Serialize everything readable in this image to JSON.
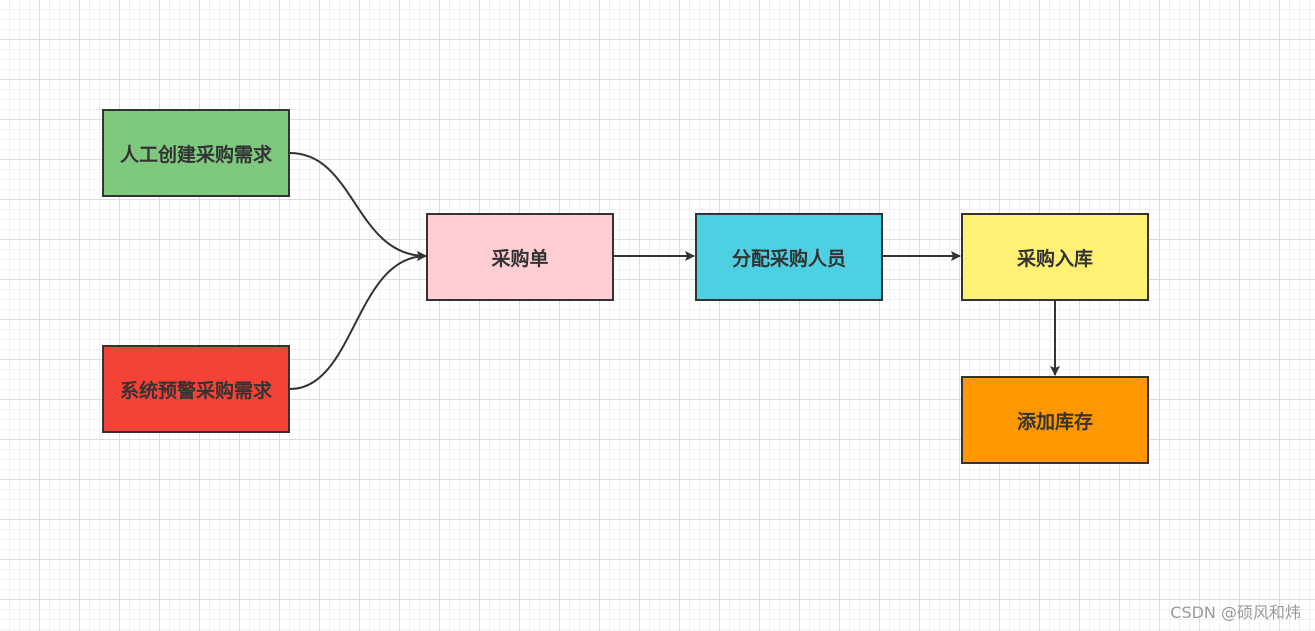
{
  "diagram": {
    "nodes": [
      {
        "id": "node-1",
        "label": "人工创建采购需求",
        "color": "#7fc97f"
      },
      {
        "id": "node-2",
        "label": "系统预警采购需求",
        "color": "#f44336"
      },
      {
        "id": "node-3",
        "label": "采购单",
        "color": "#ffcdd2"
      },
      {
        "id": "node-4",
        "label": "分配采购人员",
        "color": "#4dd0e1"
      },
      {
        "id": "node-5",
        "label": "采购入库",
        "color": "#fff176"
      },
      {
        "id": "node-6",
        "label": "添加库存",
        "color": "#ff9800"
      }
    ],
    "edges": [
      {
        "from": "人工创建采购需求",
        "to": "采购单",
        "style": "curved"
      },
      {
        "from": "系统预警采购需求",
        "to": "采购单",
        "style": "curved"
      },
      {
        "from": "采购单",
        "to": "分配采购人员",
        "style": "straight"
      },
      {
        "from": "分配采购人员",
        "to": "采购入库",
        "style": "straight"
      },
      {
        "from": "采购入库",
        "to": "添加库存",
        "style": "straight"
      }
    ],
    "line_color": "#333333"
  },
  "watermark": "CSDN @硕风和炜"
}
